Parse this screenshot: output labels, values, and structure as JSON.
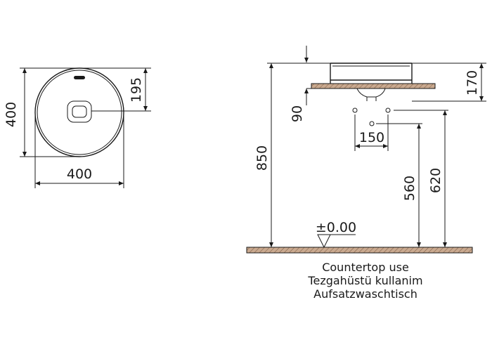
{
  "top_view": {
    "width_dim": "400",
    "height_dim": "400",
    "drain_offset_dim": "195"
  },
  "side_view": {
    "bowl_height_dim": "170",
    "drain_depth_dim": "90",
    "pipe_spacing_dim": "150",
    "total_height_dim": "850",
    "waste_height_dim": "560",
    "supply_height_dim": "620",
    "floor_level_label": "±0.00"
  },
  "caption": {
    "line1": "Countertop use",
    "line2": "Tezgahüstü kullanim",
    "line3": "Aufsatzwaschtisch"
  }
}
